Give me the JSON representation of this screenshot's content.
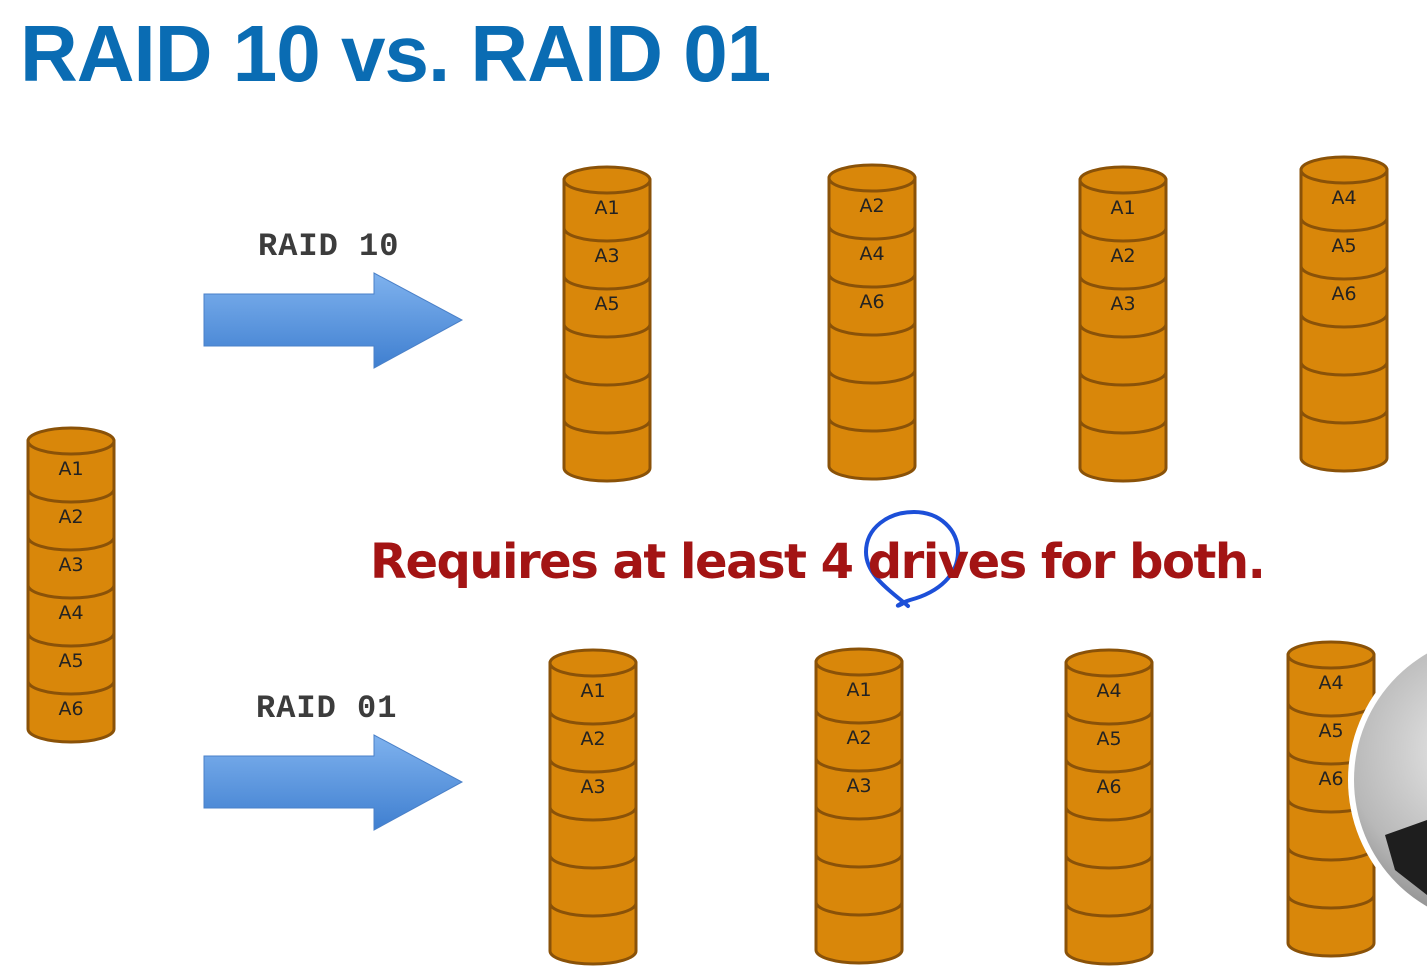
{
  "title": "RAID 10 vs. RAID 01",
  "note": "Requires at least 4 drives for both.",
  "colors": {
    "title": "#0a6cb3",
    "note": "#a31414",
    "drive_fill": "#d9870a",
    "drive_stroke": "#8a5208",
    "arrow": "#5b9be0",
    "annotation": "#1c4fd8"
  },
  "source_drive": {
    "segments": [
      "A1",
      "A2",
      "A3",
      "A4",
      "A5",
      "A6"
    ]
  },
  "raid10": {
    "label": "RAID 10",
    "drives": [
      {
        "segments": [
          "A1",
          "A3",
          "A5",
          "",
          "",
          ""
        ]
      },
      {
        "segments": [
          "A2",
          "A4",
          "A6",
          "",
          "",
          ""
        ]
      },
      {
        "segments": [
          "A1",
          "A2",
          "A3",
          "",
          "",
          ""
        ]
      },
      {
        "segments": [
          "A4",
          "A5",
          "A6",
          "",
          "",
          ""
        ]
      }
    ]
  },
  "raid01": {
    "label": "RAID 01",
    "drives": [
      {
        "segments": [
          "A1",
          "A2",
          "A3",
          "",
          "",
          ""
        ]
      },
      {
        "segments": [
          "A1",
          "A2",
          "A3",
          "",
          "",
          ""
        ]
      },
      {
        "segments": [
          "A4",
          "A5",
          "A6",
          "",
          "",
          ""
        ]
      },
      {
        "segments": [
          "A4",
          "A5",
          "A6",
          "",
          "",
          ""
        ]
      }
    ]
  }
}
